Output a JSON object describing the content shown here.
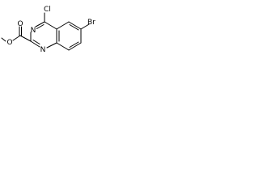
{
  "molecule": {
    "atoms": {
      "chloro": "Cl",
      "bromo": "Br",
      "n_top": "N",
      "n_bottom": "N",
      "o_carbonyl": "O",
      "o_ester": "O"
    },
    "colors": {
      "bond": "#000000",
      "label": "#000000",
      "background": "#ffffff"
    }
  }
}
